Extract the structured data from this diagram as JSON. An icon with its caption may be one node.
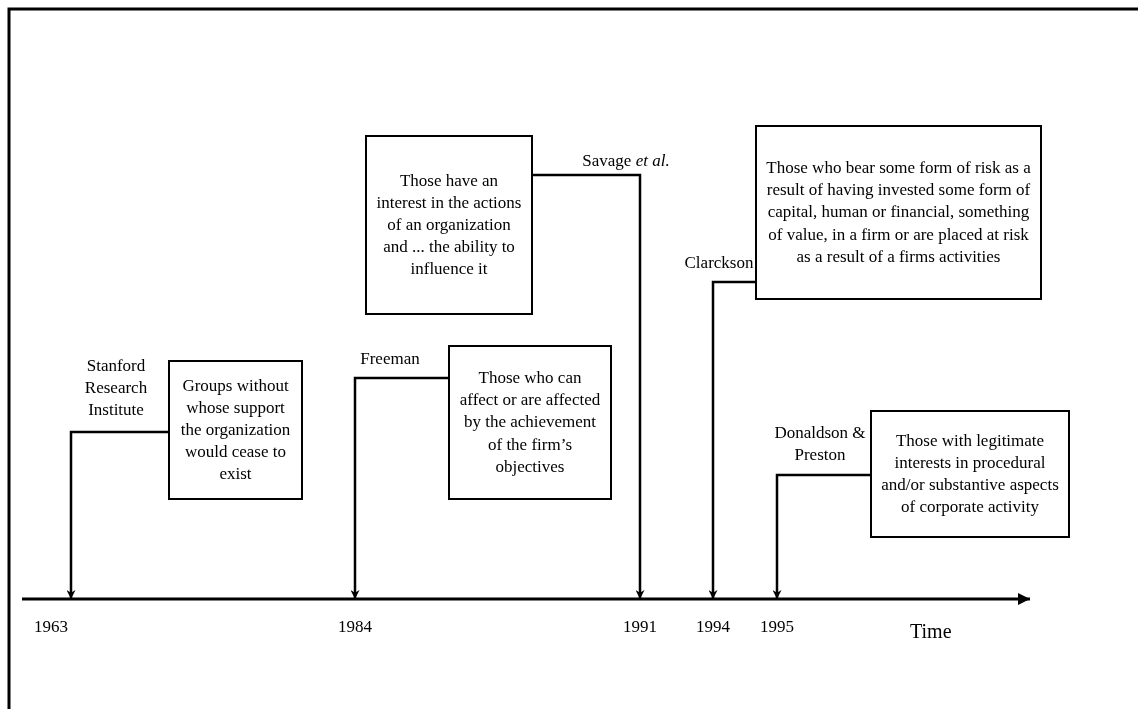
{
  "diagram": {
    "nodes": [
      {
        "text": [
          "Groups without whose support the organization would cease to exist"
        ],
        "beside": [
          "Stanford Research Institute"
        ]
      },
      {
        "text": [
          "Those who can affect or are affected by the achievement of the firm’s objectives"
        ],
        "beside": [
          "Freeman"
        ]
      },
      {
        "text": [
          "Those have an interest in the actions of an organization and ... the ability to influence it"
        ],
        "beside": [
          "Savage *et al.*"
        ]
      },
      {
        "text": [
          "Those who bear some form of risk as a result of having invested some form of capital, human or financial, something of value, in a firm or are placed at risk as a result of a firms activities"
        ],
        "beside": [
          "Clarckson"
        ]
      },
      {
        "text": [
          "Those with legitimate interests in procedural and/or substantive aspects of corporate activity"
        ],
        "beside": [
          "Donaldson & Preston"
        ]
      },
      {
        "text": [
          "1963"
        ]
      },
      {
        "text": [
          "1984"
        ]
      },
      {
        "text": [
          "1991"
        ]
      },
      {
        "text": [
          "1994"
        ]
      },
      {
        "text": [
          "1995"
        ]
      }
    ],
    "edges": [
      {
        "from": 0,
        "to": 5,
        "arrow": "to"
      },
      {
        "from": 1,
        "to": 6,
        "arrow": "to"
      },
      {
        "from": 2,
        "to": 7,
        "arrow": "to"
      },
      {
        "from": 3,
        "to": 8,
        "arrow": "to"
      },
      {
        "from": 4,
        "to": 9,
        "arrow": "to"
      }
    ],
    "labels": [
      "Time"
    ]
  }
}
